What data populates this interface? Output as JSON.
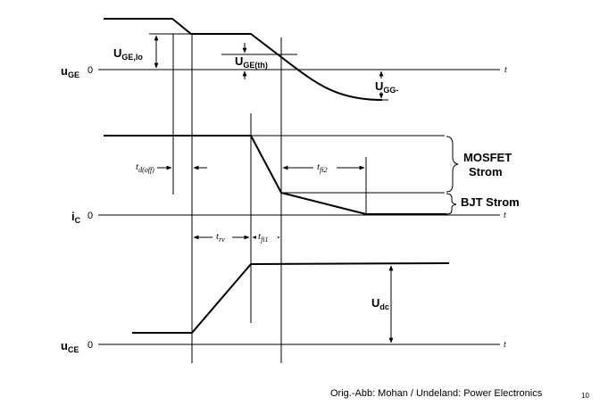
{
  "signals": {
    "uge": {
      "main": "u",
      "sub": "GE"
    },
    "ic": {
      "main": "i",
      "sub": "C"
    },
    "uce": {
      "main": "u",
      "sub": "CE"
    }
  },
  "axis": {
    "zero": "0",
    "t": "t"
  },
  "annotations": {
    "uge_lo": {
      "main": "U",
      "sub": "GE,lo"
    },
    "uge_th": {
      "main": "U",
      "sub": "GE(th)"
    },
    "ugg": {
      "main": "U",
      "sub": "GG-"
    },
    "td_off": {
      "main": "t",
      "sub": "d(off)"
    },
    "tfi2": {
      "main": "t",
      "sub": "fi2"
    },
    "trv": {
      "main": "t",
      "sub": "rv"
    },
    "tfi1": {
      "main": "t",
      "sub": "fi1"
    },
    "udc": {
      "main": "U",
      "sub": "dc"
    },
    "mosfet_line1": "MOSFET",
    "mosfet_line2": "Strom",
    "bjt": "BJT Strom"
  },
  "footer": {
    "credit": "Orig.-Abb: Mohan / Undeland: Power Electronics",
    "page": "10"
  }
}
